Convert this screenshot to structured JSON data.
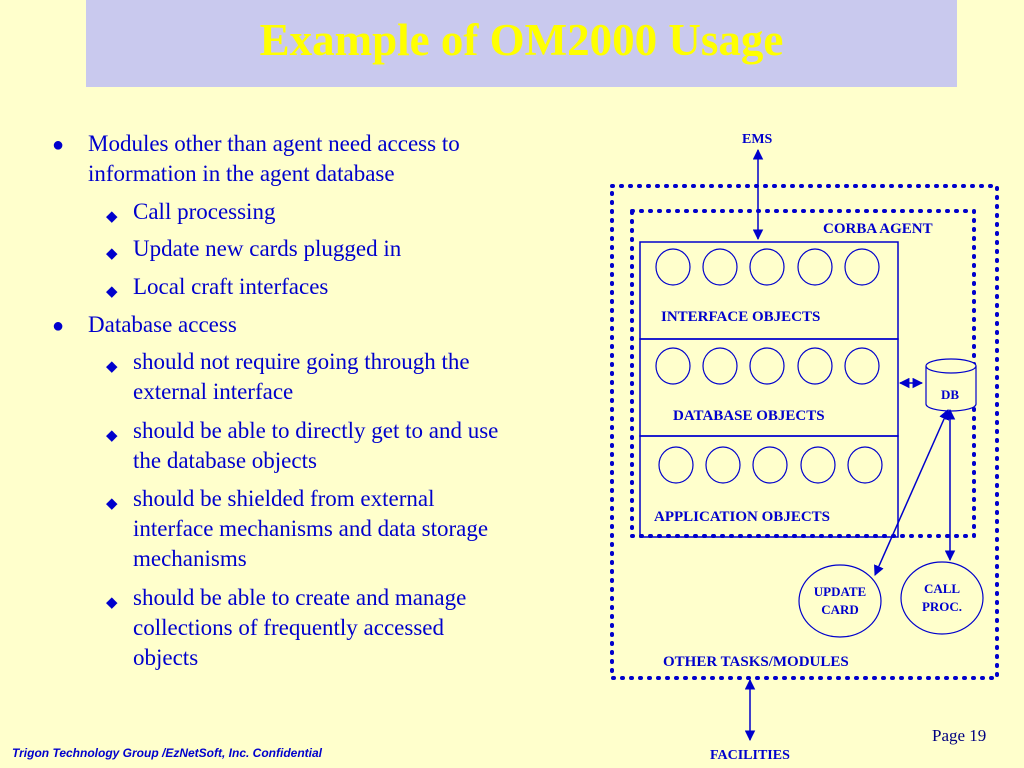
{
  "title": "Example of OM2000 Usage",
  "bullets": {
    "b1": "Modules other than agent need access to information in the agent database",
    "b1_sub": [
      "Call processing",
      "Update new cards plugged in",
      "Local craft interfaces"
    ],
    "b2": "Database access",
    "b2_sub": [
      "should not require going through the external interface",
      "should be able to directly get to and use the database objects",
      "should be shielded from external interface mechanisms and data storage mechanisms",
      "should be able to create and manage collections of frequently accessed objects"
    ]
  },
  "diagram": {
    "ems": "EMS",
    "corba_agent": "CORBA AGENT",
    "interface_objects": "INTERFACE OBJECTS",
    "database_objects": "DATABASE OBJECTS",
    "application_objects": "APPLICATION OBJECTS",
    "db": "DB",
    "update_card_line1": "UPDATE",
    "update_card_line2": "CARD",
    "call_proc_line1": "CALL",
    "call_proc_line2": "PROC.",
    "other_tasks": "OTHER TASKS/MODULES",
    "facilities": "FACILITIES"
  },
  "page_number": "Page 19",
  "footer": "Trigon Technology Group /EzNetSoft, Inc. Confidential",
  "colors": {
    "background": "#FFFFCC",
    "title_bar": "#C9C9EE",
    "title_text": "#FFFF00",
    "text": "#0000CC"
  }
}
